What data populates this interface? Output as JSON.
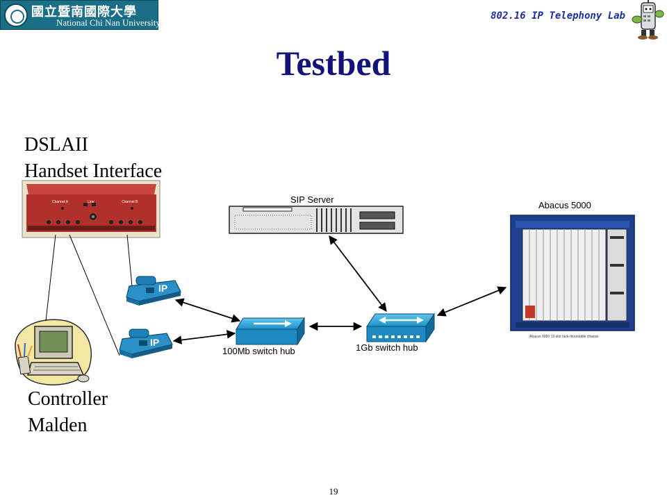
{
  "header": {
    "logo_cn": "國立暨南國際大學",
    "logo_en": "National Chi Nan University",
    "lab_name": "802.16 IP Telephony Lab"
  },
  "title": "Testbed",
  "labels": {
    "dslaii_line1": "DSLAII",
    "dslaii_line2": "Handset Interface",
    "controller_line1": "Controller",
    "controller_line2": "Malden"
  },
  "devices": {
    "sip_server": "SIP Server",
    "abacus": "Abacus 5000",
    "abacus_caption": "Abacus 5000 13-slot rack-mountable chassis",
    "hub_100": "100Mb switch hub",
    "hub_1g": "1Gb switch hub",
    "phone_label": "IP",
    "dsl_channel_a": "Channel A",
    "dsl_channel_b": "Channel B",
    "dsl_line": "Line"
  },
  "page_number": "19"
}
